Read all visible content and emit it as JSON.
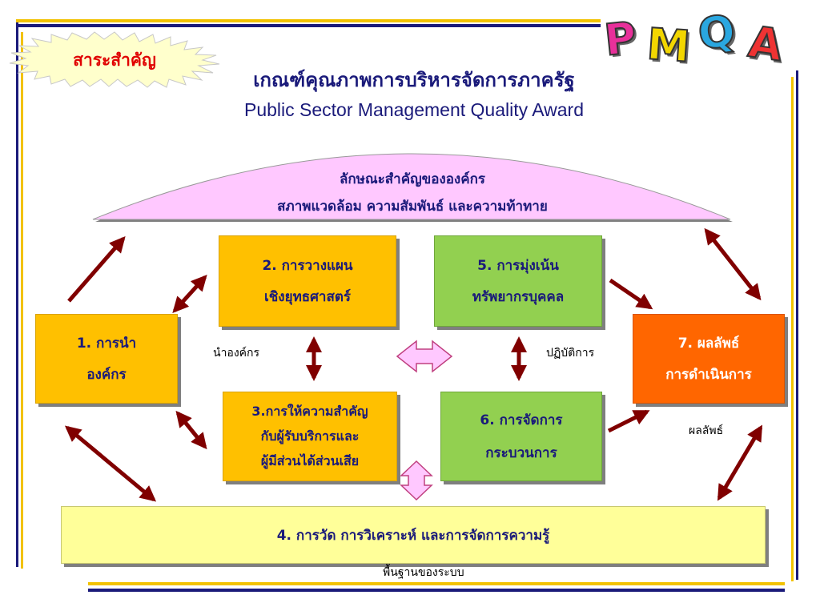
{
  "badge": {
    "text": "สาระสำคัญ"
  },
  "logo": {
    "letters": [
      {
        "char": "P",
        "color": "#e8309a"
      },
      {
        "char": "M",
        "color": "#f2d600"
      },
      {
        "char": "Q",
        "color": "#2aa7e0"
      },
      {
        "char": "A",
        "color": "#ee3333"
      }
    ]
  },
  "title": {
    "thai": "เกณฑ์คุณภาพการบริหารจัดการภาครัฐ",
    "english": "Public Sector Management Quality Award"
  },
  "profile": {
    "line1": "ลักษณะสำคัญขององค์กร",
    "line2": "สภาพแวดล้อม ความสัมพันธ์ และความท้าทาย"
  },
  "boxes": {
    "leadership": {
      "line1": "1. การนำ",
      "line2": "องค์กร"
    },
    "strategy": {
      "line1": "2. การวางแผน",
      "line2": "เชิงยุทธศาสตร์"
    },
    "customer": {
      "line1": "3.การให้ความสำคัญ",
      "line2": "กับผู้รับบริการและ",
      "line3": "ผู้มีส่วนได้ส่วนเสีย"
    },
    "measurement": {
      "line1": "4. การวัด การวิเคราะห์ และการจัดการความรู้"
    },
    "workforce": {
      "line1": "5. การมุ่งเน้น",
      "line2": "ทรัพยากรบุคคล"
    },
    "process": {
      "line1": "6. การจัดการ",
      "line2": "กระบวนการ"
    },
    "results": {
      "line1": "7. ผลลัพธ์",
      "line2": "การดำเนินการ"
    }
  },
  "labels": {
    "leadership_group": "นำองค์กร",
    "operations_group": "ปฏิบัติการ",
    "results_group": "ผลลัพธ์",
    "foundation": "พื้นฐานของระบบ"
  },
  "colors": {
    "navy": "#1a1a7a",
    "gold": "#f2c200",
    "arrow": "#800000",
    "pink": "#ffc8ff",
    "red_text": "#e00000"
  }
}
